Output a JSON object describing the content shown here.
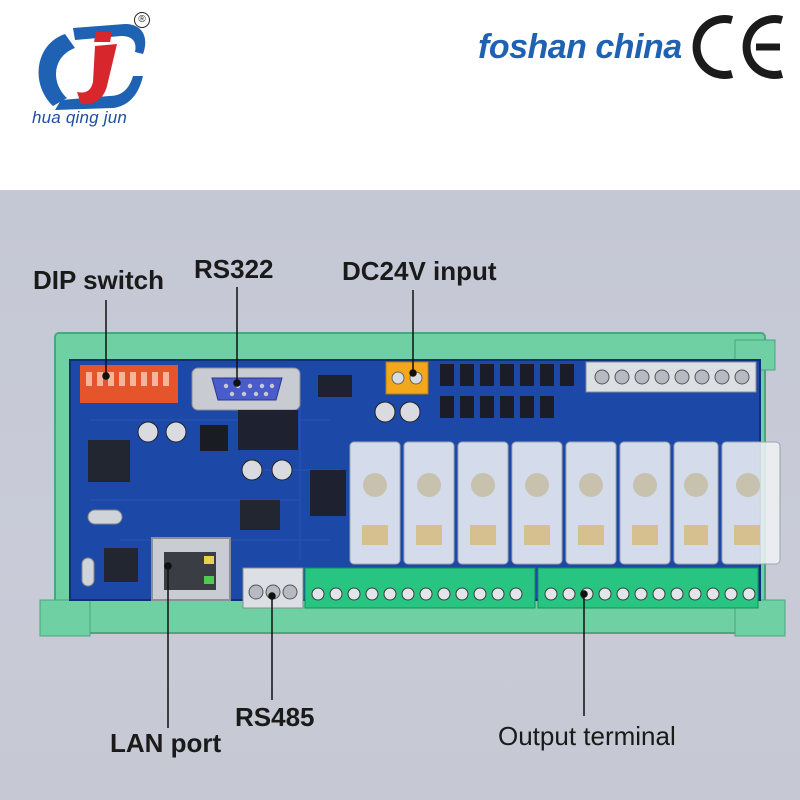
{
  "brand": {
    "name": "huaqingjun",
    "tagline": "hua qing jun",
    "registered_mark": "®",
    "city": "foshan china",
    "certification": "CE",
    "colors": {
      "blue": "#1f62b3",
      "red": "#d7262c",
      "dark": "#1b1b1b"
    }
  },
  "board": {
    "pcb_color": "#1c48a8",
    "rail_color": "#6fd0a3",
    "terminal_color": "#27c482",
    "relay_count": 8,
    "icons": [
      "dip-switch-icon",
      "db9-connector-icon",
      "rj45-port-icon",
      "relay-icon",
      "screw-terminal-icon"
    ]
  },
  "labels": {
    "dip_switch": "DIP switch",
    "rs322": "RS322",
    "dc24v": "DC24V input",
    "lan_port": "LAN port",
    "rs485": "RS485",
    "output_terminal": "Output terminal"
  }
}
